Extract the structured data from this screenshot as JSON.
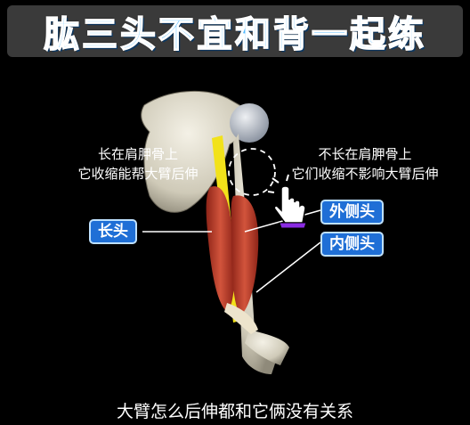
{
  "title": "肱三头不宜和背一起练",
  "labels": {
    "long_head_note_line1": "长在肩胛骨上",
    "long_head_note_line2": "它收缩能帮大臂后伸",
    "other_heads_note_line1": "不长在肩胛骨上",
    "other_heads_note_line2": "它们收缩不影响大臂后伸",
    "long_head": "长头",
    "lateral_head": "外侧头",
    "medial_head": "内侧头"
  },
  "subtitle": "大臂怎么后伸都和它俩没有关系",
  "colors": {
    "title_fill": "#4fb8ff",
    "tag_blue": "#1f6fd6",
    "banner_bg": "#3a3a3a",
    "long_head_highlight": "#f2e21a",
    "muscle_red": "#c0392b"
  },
  "icons": {
    "pointer": "hand-pointer-icon"
  }
}
